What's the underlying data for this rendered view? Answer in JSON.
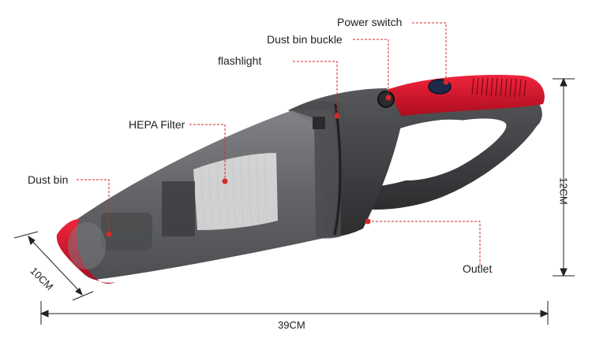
{
  "labels": {
    "power_switch": "Power switch",
    "dust_bin_buckle": "Dust bin buckle",
    "flashlight": "flashlight",
    "hepa_filter": "HEPA Filter",
    "dust_bin": "Dust bin",
    "outlet": "Outlet"
  },
  "dimensions": {
    "length": "39CM",
    "height": "12CM",
    "width": "10CM"
  },
  "colors": {
    "accent_red": "#d8112c",
    "leader_red": "#d42a2a",
    "body_dark": "#3b3c3e",
    "body_translucent": "#5d5f62",
    "dimension_line": "#222222"
  }
}
